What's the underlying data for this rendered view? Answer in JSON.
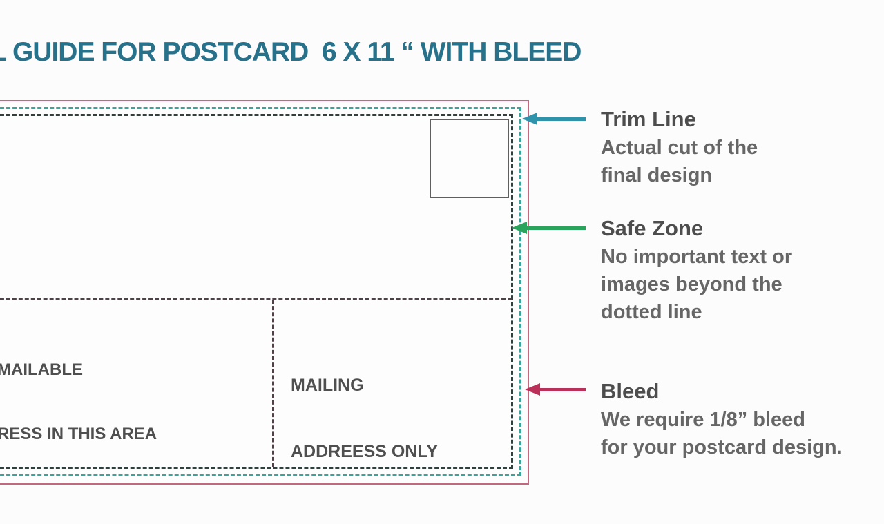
{
  "title": "L GUIDE FOR POSTCARD  6 X 11 “ WITH BLEED",
  "colors": {
    "title": "#27728a",
    "bleed_line": "#c46880",
    "trim_line": "#3aa39a",
    "safe_line": "#31403f",
    "divider": "#4e4248",
    "heading_text": "#4d4d4d",
    "body_text": "#666666",
    "address_text": "#4f4f4f",
    "trim_arrow": "#2f93ac",
    "safe_arrow": "#2aa35d",
    "bleed_arrow": "#bb3058",
    "stamp_border": "#5f5f5f"
  },
  "postcard": {
    "address_area_left": {
      "line1": "MAILABLE",
      "line2": "RESS IN THIS AREA"
    },
    "address_area_right": {
      "line1": "MAILING",
      "line2": "ADDREESS ONLY"
    }
  },
  "annotations": [
    {
      "id": "trim",
      "heading": "Trim Line",
      "body": [
        "Actual cut of the",
        "final design"
      ]
    },
    {
      "id": "safe",
      "heading": "Safe Zone",
      "body": [
        "No important text or",
        "images beyond the",
        "dotted line"
      ]
    },
    {
      "id": "bleed",
      "heading": "Bleed",
      "body": [
        "We require 1/8” bleed",
        "for your postcard design."
      ]
    }
  ]
}
